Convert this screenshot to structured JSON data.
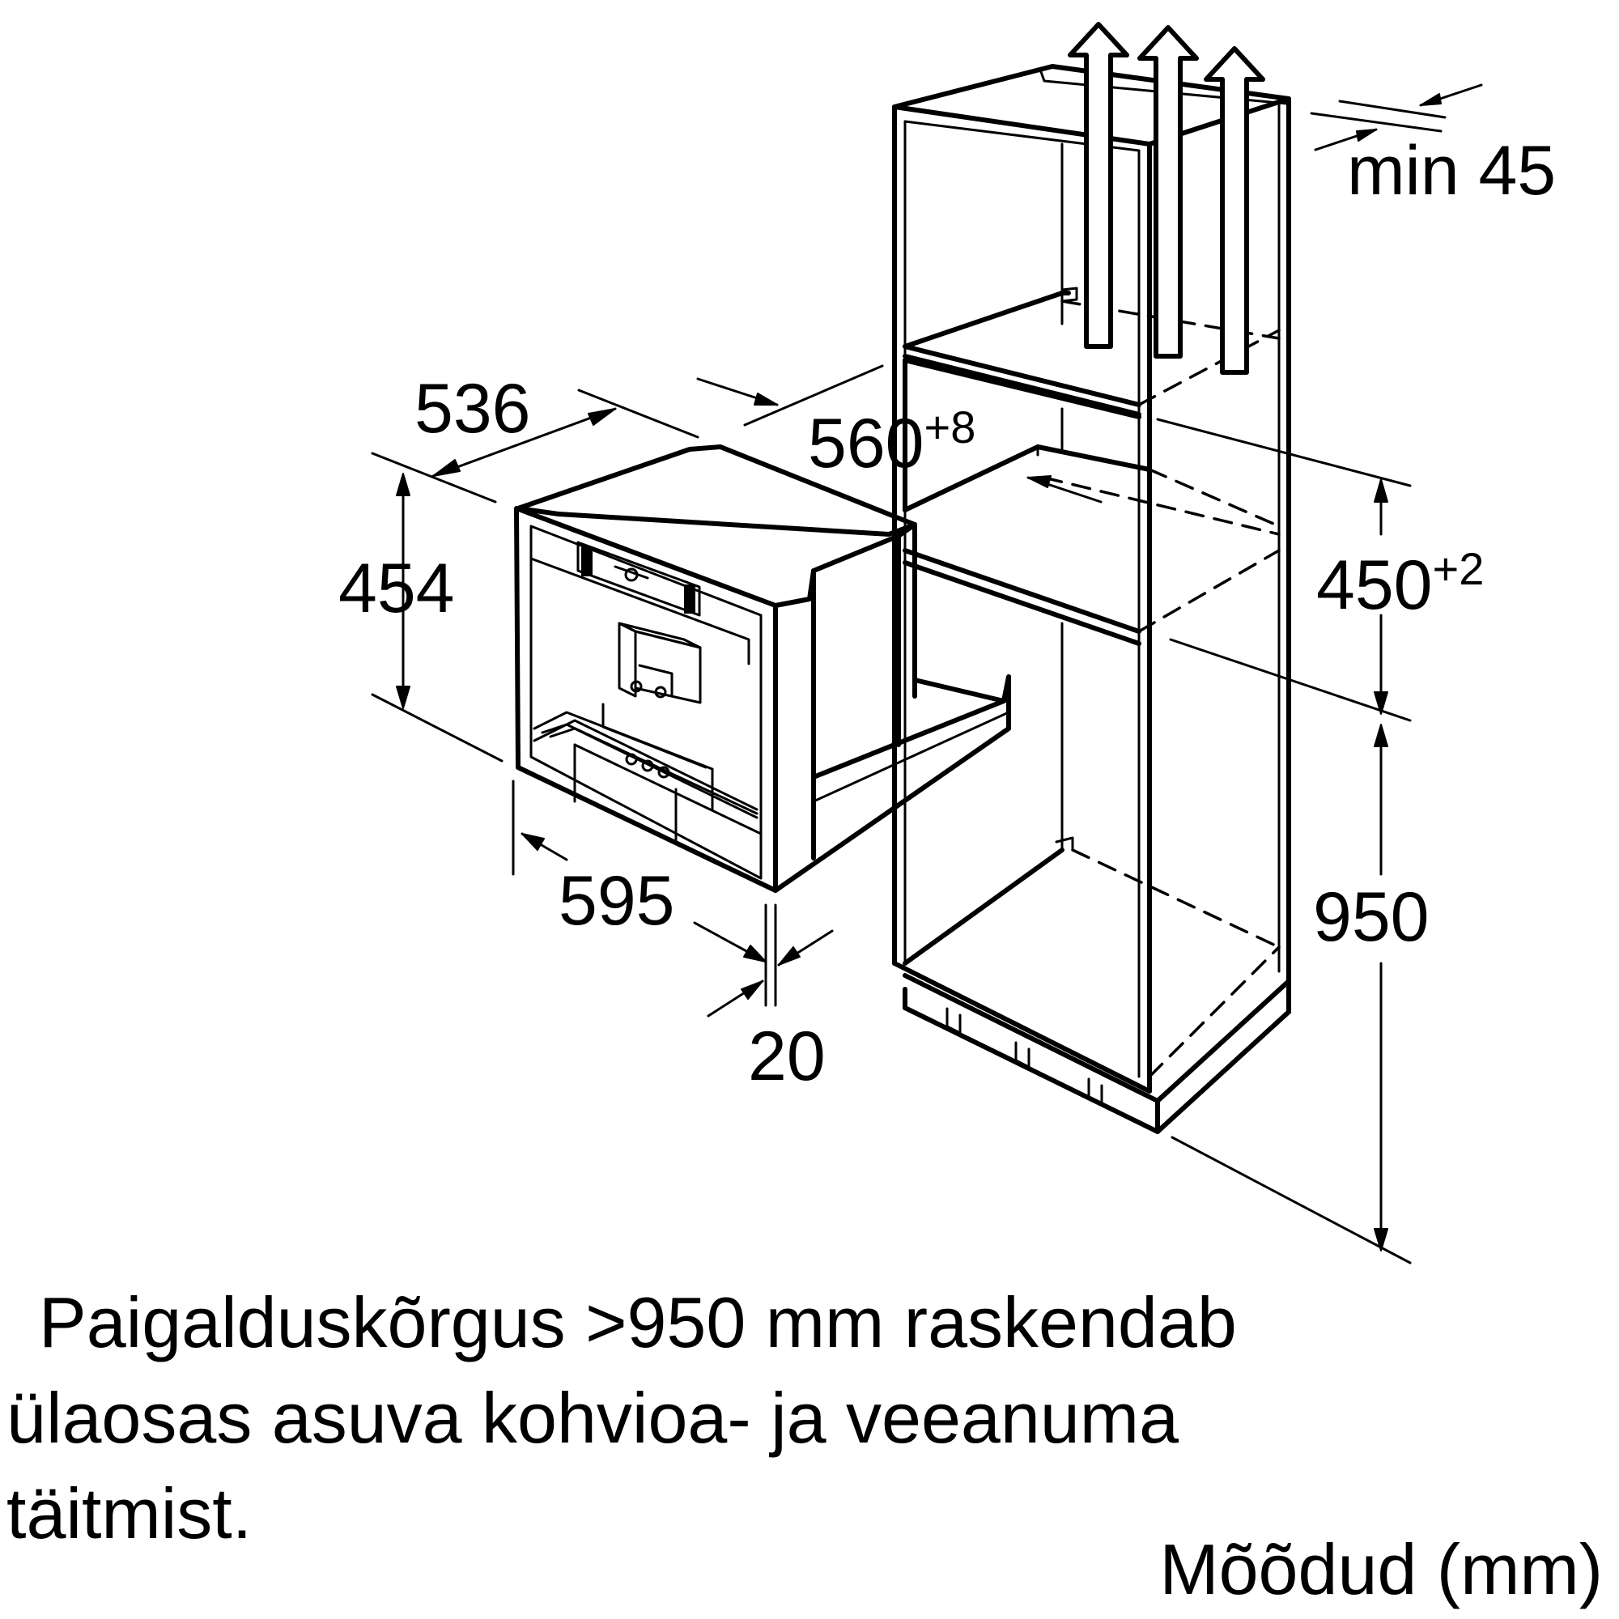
{
  "diagram": {
    "dimensions": {
      "min_top": "min 45",
      "depth_appliance": "536",
      "niche_depth_base": "560",
      "niche_depth_tol": "+8",
      "height_appliance": "454",
      "niche_height_base": "450",
      "niche_height_tol": "+2",
      "width_appliance": "595",
      "frame_depth": "20",
      "install_height": "950"
    }
  },
  "caption": {
    "line1": "Paigalduskõrgus >950 mm raskendab",
    "line2": "ülaosas asuva kohvioa- ja veeanuma",
    "line3": "täitmist."
  },
  "units": "Mõõdud (mm)"
}
